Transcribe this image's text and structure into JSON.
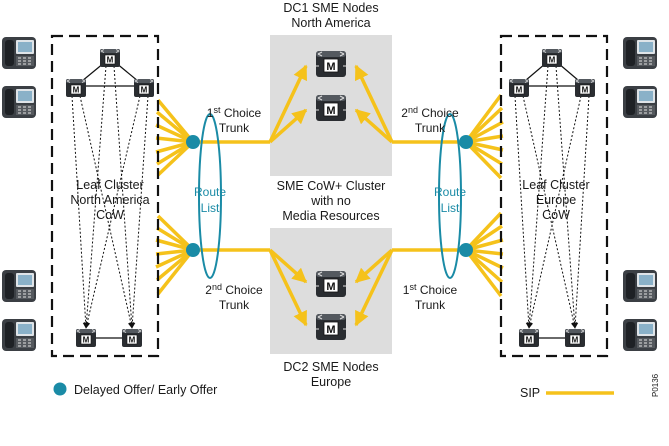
{
  "dc1": {
    "line1": "DC1 SME Nodes",
    "line2": "North America"
  },
  "dc2": {
    "line1": "DC2 SME Nodes",
    "line2": "Europe"
  },
  "center": {
    "line1": "SME CoW+ Cluster",
    "line2": "with no",
    "line3": "Media Resources"
  },
  "left_cluster": {
    "line1": "Leaf Cluster",
    "line2": "North America",
    "line3": "CoW"
  },
  "right_cluster": {
    "line1": "Leaf Cluster",
    "line2": "Europe",
    "line3": "CoW"
  },
  "route_list": {
    "line1": "Route",
    "line2": "List"
  },
  "trunks": {
    "left_top": {
      "num": "1",
      "sup": "st",
      "word": " Choice",
      "line2": "Trunk"
    },
    "left_bottom": {
      "num": "2",
      "sup": "nd",
      "word": " Choice",
      "line2": "Trunk"
    },
    "right_top": {
      "num": "2",
      "sup": "nd",
      "word": " Choice",
      "line2": "Trunk"
    },
    "right_bottom": {
      "num": "1",
      "sup": "st",
      "word": " Choice",
      "line2": "Trunk"
    }
  },
  "legend": {
    "offer": "Delayed Offer/ Early Offer",
    "sip": "SIP"
  },
  "figure_id": "P0136",
  "colors": {
    "sip": "#f5c21b",
    "offer_dot": "#1a8ba6",
    "route_ellipse": "#1a8ba6",
    "dc_panel": "#dddddd"
  },
  "icons": [
    "phone-icon",
    "cucm-server-icon"
  ]
}
